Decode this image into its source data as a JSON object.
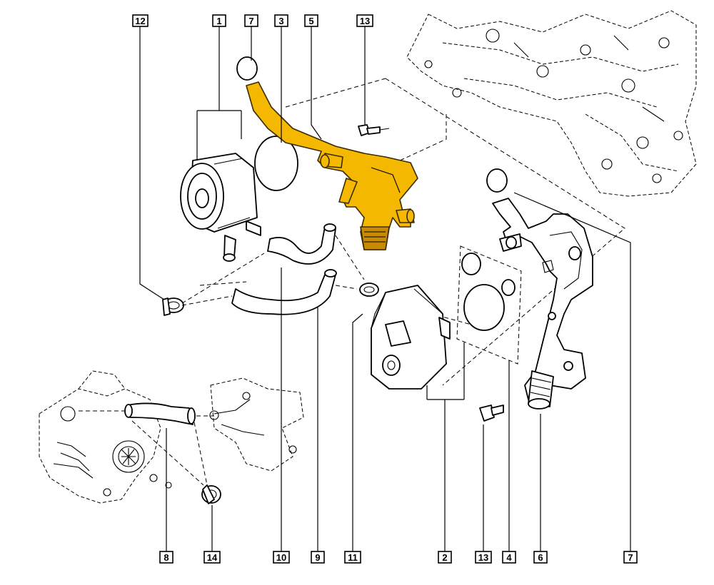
{
  "callouts": {
    "c12": "12",
    "c1": "1",
    "c7a": "7",
    "c3": "3",
    "c5": "5",
    "c13a": "13",
    "c8": "8",
    "c14": "14",
    "c10": "10",
    "c9": "9",
    "c11": "11",
    "c2": "2",
    "c13b": "13",
    "c4": "4",
    "c6": "6",
    "c7b": "7"
  },
  "colors": {
    "highlight": "#f5b800",
    "highlight_dark": "#c88a00",
    "line": "#000000",
    "background": "#ffffff"
  }
}
